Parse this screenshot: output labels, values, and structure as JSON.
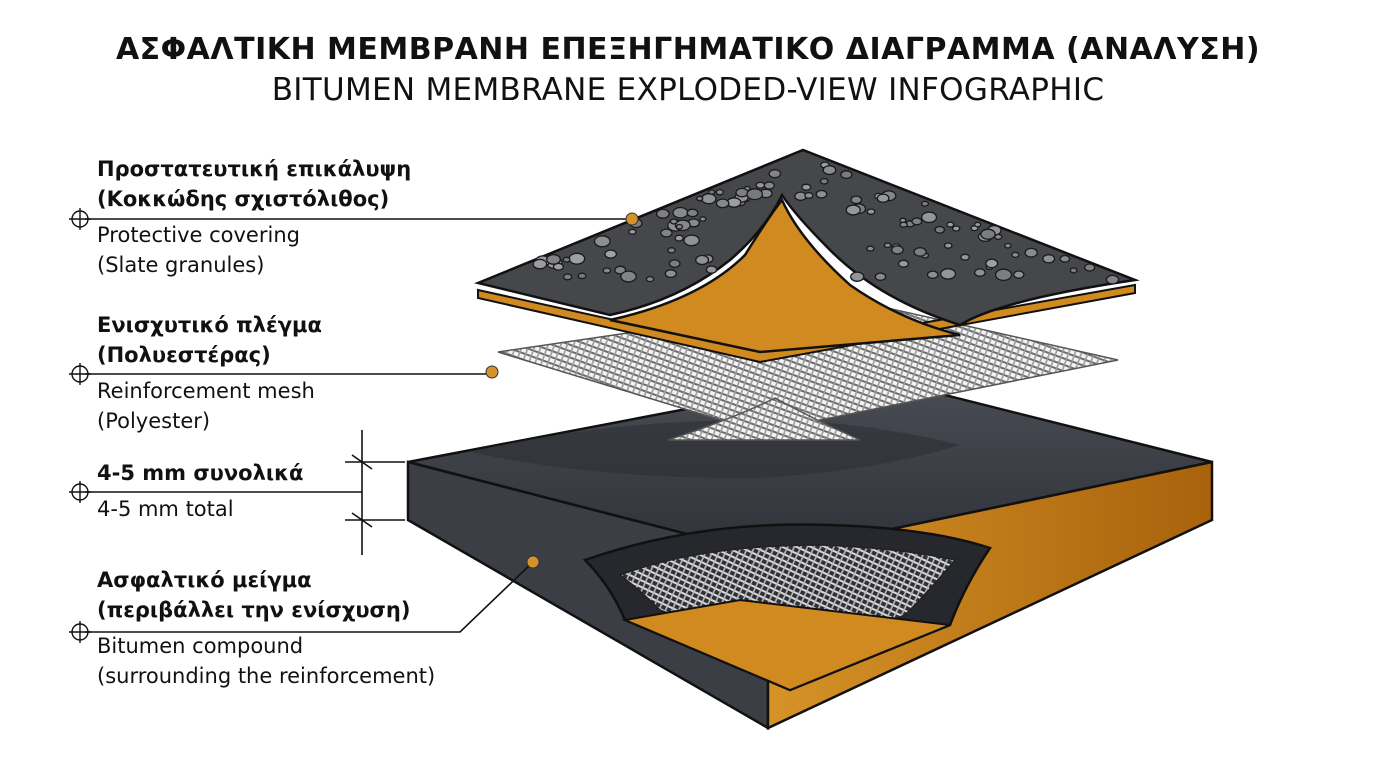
{
  "title": {
    "greek": "ΑΣΦΑΛΤΙΚΗ ΜΕΜΒΡΑΝΗ ΕΠΕΞΗΓΗΜΑΤΙΚΟ ΔΙΑΓΡΑΜΜΑ (ΑΝΑΛΥΣΗ)",
    "english": "BITUMEN MEMBRANE EXPLODED-VIEW INFOGRAPHIC"
  },
  "labels": [
    {
      "id": "protective",
      "greek_1": "Προστατευτική επικάλυψη",
      "greek_2": "(Κοκκώδης σχιστόλιθος)",
      "english_1": "Protective covering",
      "english_2": "(Slate granules)"
    },
    {
      "id": "mesh",
      "greek_1": "Ενισχυτικό πλέγμα",
      "greek_2": "(Πολυεστέρας)",
      "english_1": "Reinforcement mesh",
      "english_2": "(Polyester)"
    },
    {
      "id": "thickness",
      "greek_1": "4-5 mm συνολικά",
      "english_1": "4-5 mm total"
    },
    {
      "id": "bitumen",
      "greek_1": "Ασφαλτικό μείγμα",
      "greek_2": "(περιβάλλει την ενίσχυση)",
      "english_1": "Bitumen compound",
      "english_2": "(surrounding the reinforcement)"
    }
  ],
  "colors": {
    "bitumen_orange": "#d08a1f",
    "bitumen_orange_dark": "#a8620c",
    "slab_dark": "#3a3d44",
    "slate_dark": "#45474b",
    "leader_dot": "#d6922a",
    "mesh_gray": "#8c8c8c"
  },
  "icons": [
    "crosshair-icon"
  ]
}
